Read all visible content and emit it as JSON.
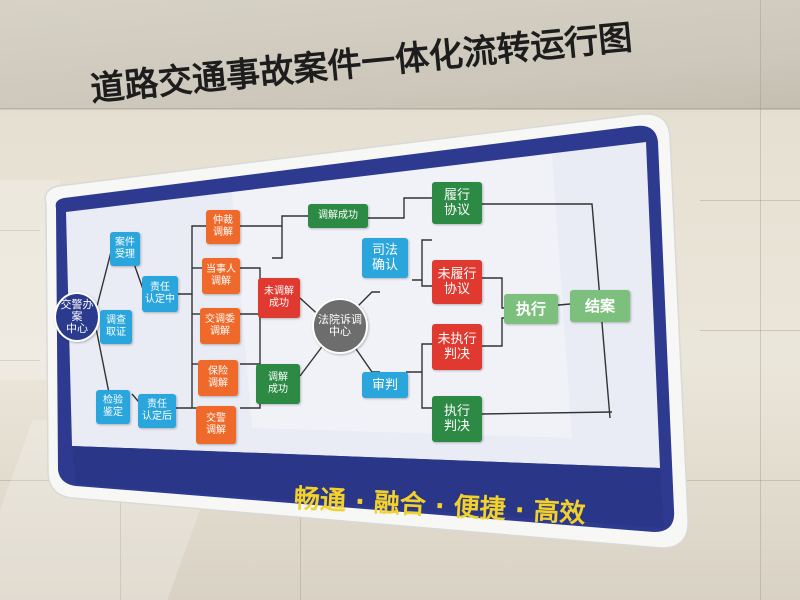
{
  "wall_title": "道路交通事故案件一体化流转运行图",
  "slogan": "畅通 · 融合 · 便捷 · 高效",
  "colors": {
    "board_frame": "#2d3a8f",
    "board_panel": "#e9ebf5",
    "node_blue": "#2ba6dd",
    "node_orange": "#ef6a2a",
    "node_red": "#e0392f",
    "node_green": "#2d8a45",
    "node_light_green": "#7dc07d",
    "slogan_text": "#f2d12a"
  },
  "flowchart": {
    "start": "交警办案\n中心",
    "intake": [
      "案件\n受理",
      "调查\n取证",
      "检验\n鉴定"
    ],
    "liability": [
      "责任\n认定中",
      "责任\n认定后"
    ],
    "mediators": [
      "仲裁\n调解",
      "当事人\n调解",
      "交调委\n调解",
      "保险\n调解",
      "交警\n调解"
    ],
    "mediation_failed": "未调解\n成功",
    "mediation_success_label": "调解成功",
    "mediation_success_box": "调解\n成功",
    "court_center": "法院诉调\n中心",
    "judicial_confirm": "司法\n确认",
    "trial": "审判",
    "agreement_fulfilled": "履行\n协议",
    "agreement_unfulfilled": "未履行\n协议",
    "judgment_unexecuted": "未执行\n判决",
    "judgment_executed": "执行\n判决",
    "execute": "执行",
    "close_case": "结案"
  }
}
